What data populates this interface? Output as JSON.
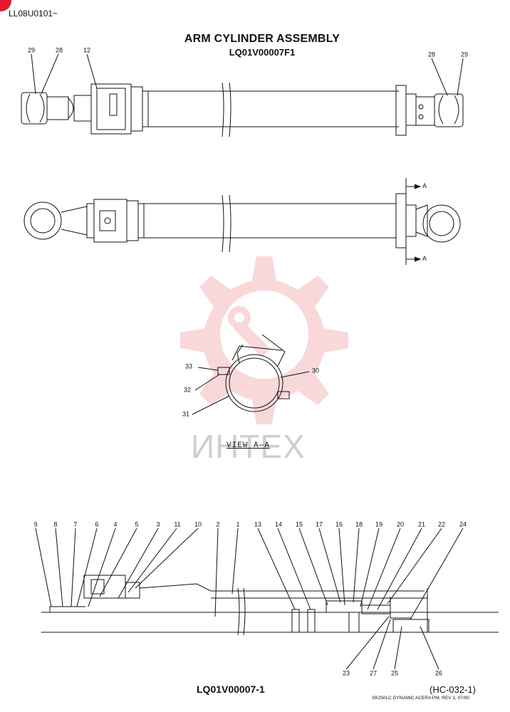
{
  "doc_code": "LL08U0101~",
  "title": "ARM CYLINDER ASSEMBLY",
  "subtitle": "LQ01V00007F1",
  "view_label": "VIEW A—A",
  "section_mark_top": "A",
  "section_mark_bottom": "A",
  "bottom_code": "LQ01V00007-1",
  "page_ref": "(HC-032-1)",
  "footer_note": "SK250LC DYNAMIC ACERA PM, REV 1, 07/00",
  "watermark_text": "ИНТЕХ",
  "colors": {
    "ink": "#111111",
    "accent": "#e21b2c",
    "watermark": "#e8505b"
  },
  "callouts": {
    "top": [
      {
        "id": "top-29-left",
        "label": "29"
      },
      {
        "id": "top-28-left",
        "label": "28"
      },
      {
        "id": "top-12",
        "label": "12"
      },
      {
        "id": "top-28-right",
        "label": "28"
      },
      {
        "id": "top-29-right",
        "label": "29"
      }
    ],
    "view": [
      {
        "id": "view-33",
        "label": "33"
      },
      {
        "id": "view-32",
        "label": "32"
      },
      {
        "id": "view-31",
        "label": "31"
      },
      {
        "id": "view-30",
        "label": "30"
      }
    ],
    "section": [
      {
        "id": "s-9",
        "label": "9"
      },
      {
        "id": "s-8",
        "label": "8"
      },
      {
        "id": "s-7",
        "label": "7"
      },
      {
        "id": "s-6",
        "label": "6"
      },
      {
        "id": "s-4",
        "label": "4"
      },
      {
        "id": "s-5",
        "label": "5"
      },
      {
        "id": "s-3",
        "label": "3"
      },
      {
        "id": "s-11",
        "label": "11"
      },
      {
        "id": "s-10",
        "label": "10"
      },
      {
        "id": "s-2",
        "label": "2"
      },
      {
        "id": "s-1",
        "label": "1"
      },
      {
        "id": "s-13",
        "label": "13"
      },
      {
        "id": "s-14",
        "label": "14"
      },
      {
        "id": "s-15",
        "label": "15"
      },
      {
        "id": "s-17",
        "label": "17"
      },
      {
        "id": "s-16",
        "label": "16"
      },
      {
        "id": "s-18",
        "label": "18"
      },
      {
        "id": "s-19",
        "label": "19"
      },
      {
        "id": "s-20",
        "label": "20"
      },
      {
        "id": "s-21",
        "label": "21"
      },
      {
        "id": "s-22",
        "label": "22"
      },
      {
        "id": "s-24",
        "label": "24"
      },
      {
        "id": "s-23",
        "label": "23"
      },
      {
        "id": "s-27",
        "label": "27"
      },
      {
        "id": "s-25",
        "label": "25"
      },
      {
        "id": "s-26",
        "label": "26"
      }
    ]
  }
}
